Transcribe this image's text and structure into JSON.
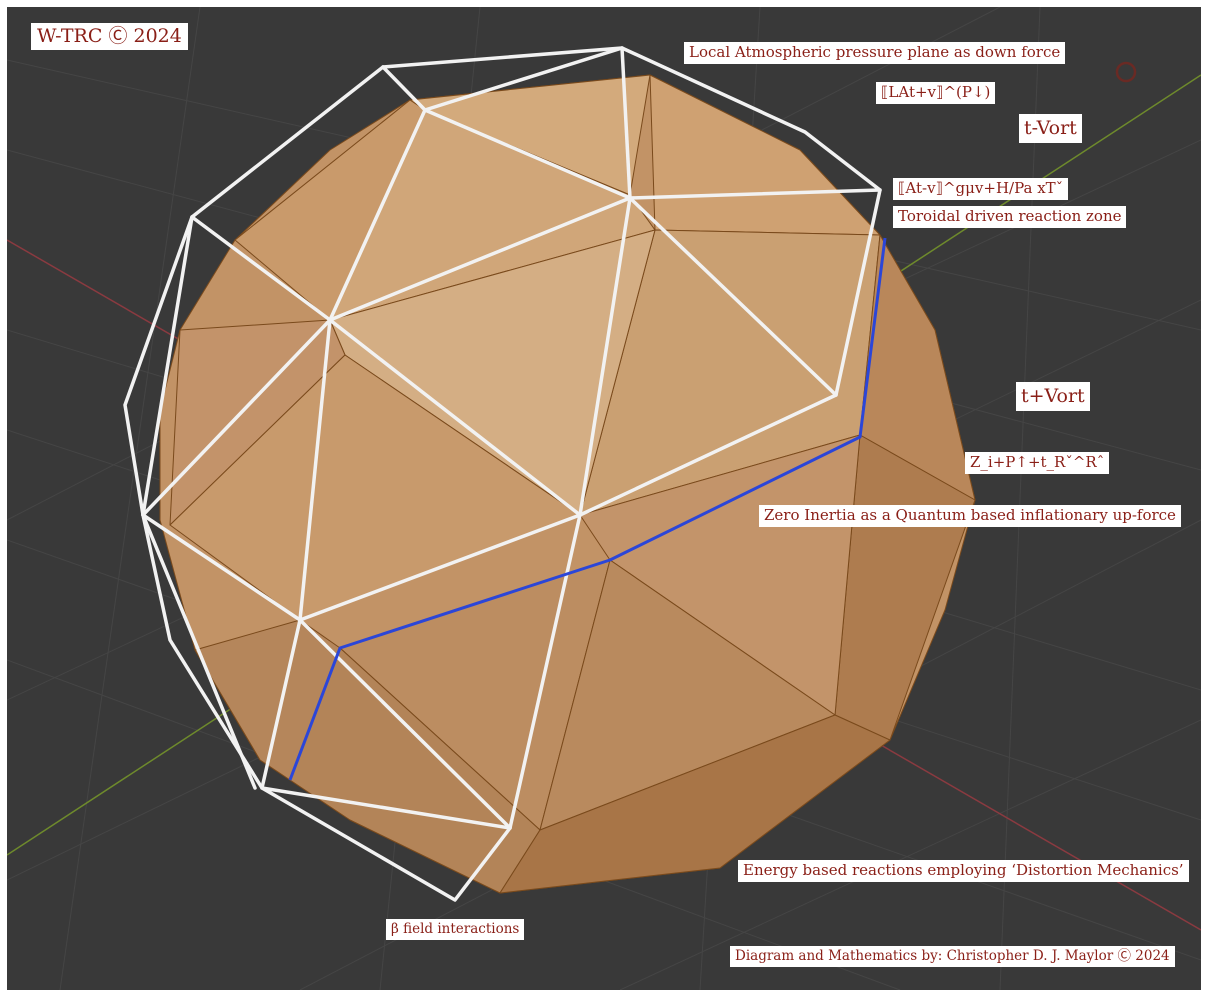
{
  "brand": "W-TRC  Ⓒ  2024",
  "labels": {
    "local_atmospheric": "Local Atmospheric pressure plane as down force",
    "lat_formula": "⟦LAt+v⟧^(P↓)",
    "t_minus_vort": "t-Vort",
    "at_formula": "⟦At-v⟧^gμv+H/Pa xTˇ",
    "toroidal": "Toroidal driven reaction zone",
    "t_plus_vort": "t+Vort",
    "z_formula": "Z_i+P↑+t_Rˇ^Rˆ",
    "zero_inertia": "Zero Inertia as a Quantum based inflationary up-force",
    "energy_based": "Energy based reactions employing ‘Distortion Mechanics’",
    "beta_field": "β field interactions",
    "credit": "Diagram and Mathematics by: Christopher D. J. Maylor Ⓒ 2024"
  },
  "colors": {
    "viewport_bg": "#393939",
    "grid": "#454545",
    "axis_x": "#8a3a40",
    "axis_y": "#6e8a2c",
    "polyhedron": "#c8996a",
    "edge": "#7a4a1c",
    "wireframe": "#f2f2f2",
    "blue_path": "#2b46d8",
    "label_text": "#8a1f17"
  }
}
